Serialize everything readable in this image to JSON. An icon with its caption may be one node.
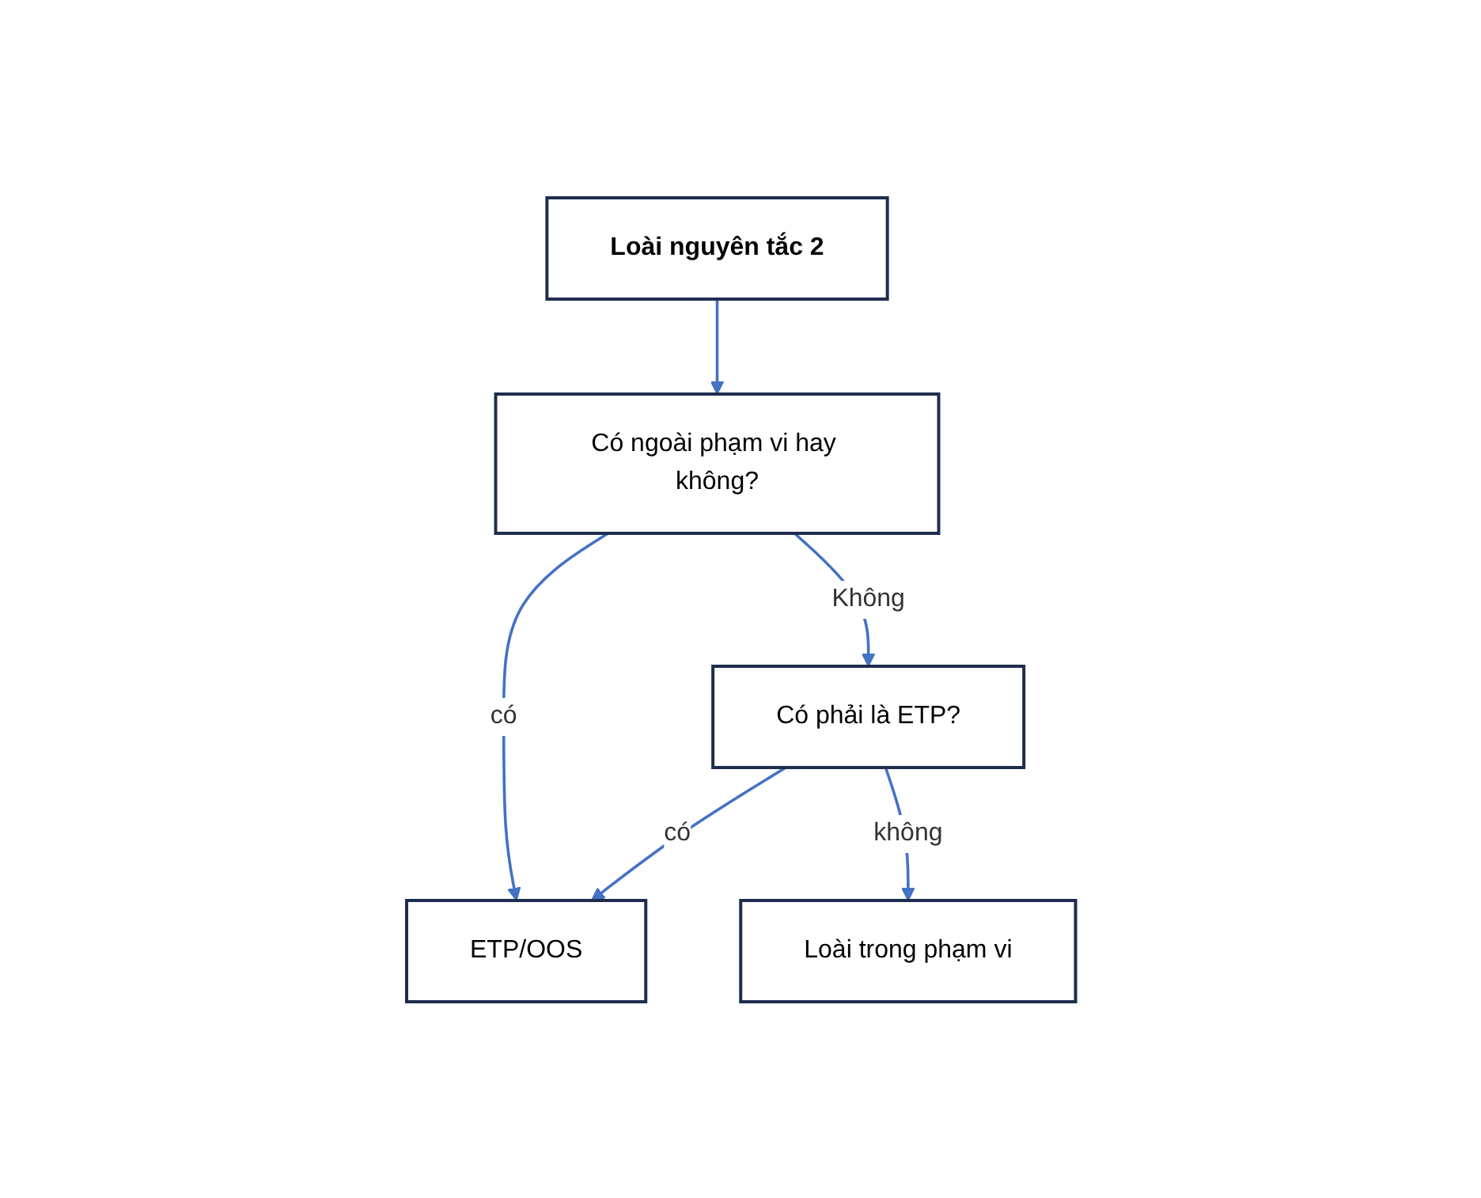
{
  "diagram": {
    "nodes": [
      {
        "text": [
          "Loài nguyên tắc 2"
        ]
      },
      {
        "text": [
          "Có ngoài phạm vi hay không?"
        ]
      },
      {
        "text": [
          "ETP/OOS"
        ]
      },
      {
        "text": [
          "Có phải là ETP?"
        ]
      },
      {
        "text": [
          "Loài trong phạm vi"
        ]
      }
    ],
    "edges": [
      {
        "from": 0,
        "to": 1,
        "arrow": "to"
      },
      {
        "from": 1,
        "to": 2,
        "arrow": "to",
        "label": "có"
      },
      {
        "from": 1,
        "to": 3,
        "arrow": "to",
        "label": "Không"
      },
      {
        "from": 3,
        "to": 2,
        "arrow": "to",
        "label": "có"
      },
      {
        "from": 3,
        "to": 4,
        "arrow": "to",
        "label": "không"
      }
    ]
  }
}
